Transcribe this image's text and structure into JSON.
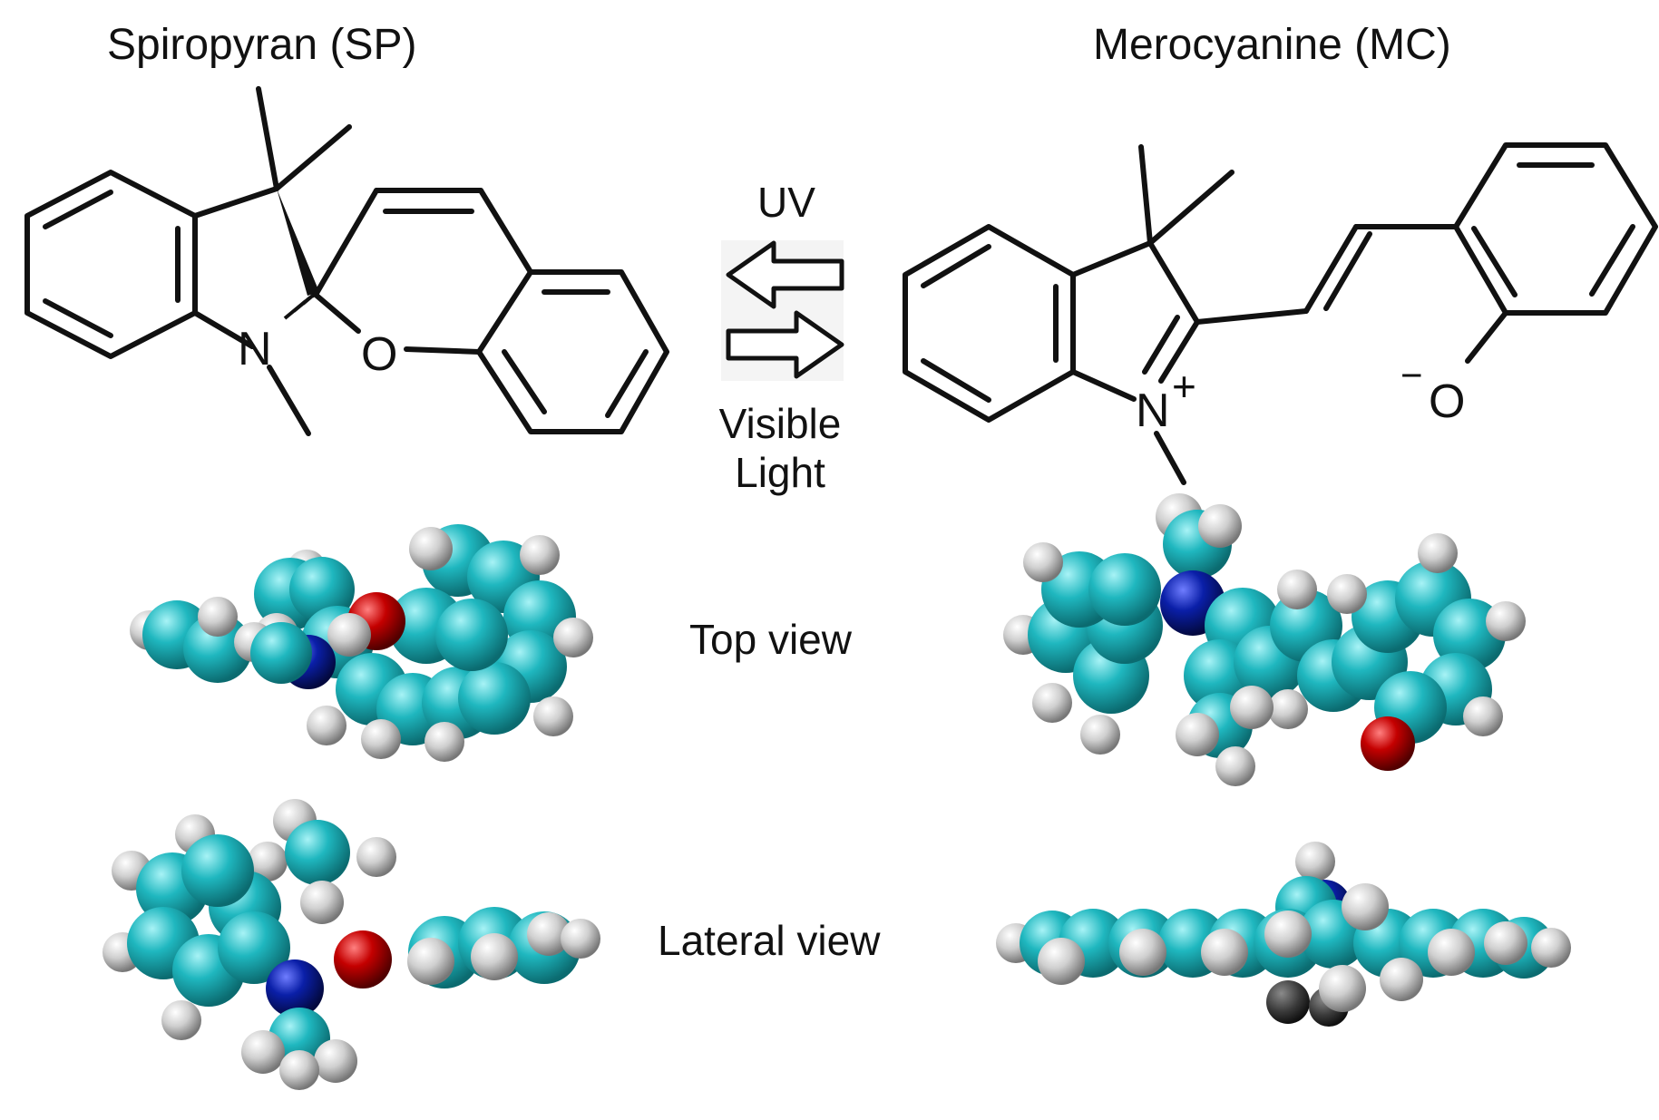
{
  "sp": {
    "title": "Spiropyran (SP)",
    "atom_n": "N",
    "atom_o": "O"
  },
  "mc": {
    "title": "Merocyanine (MC)",
    "atom_n": "N",
    "charge_plus": "+",
    "charge_minus": "−",
    "atom_o": "O"
  },
  "switch": {
    "forward_label": "UV",
    "reverse_label_line1": "Visible",
    "reverse_label_line2": "Light"
  },
  "views": {
    "top": "Top view",
    "lateral": "Lateral view"
  },
  "colors": {
    "carbon": "#1fb7bf",
    "hydrogen": "#c9c9c9",
    "nitrogen": "#0a1fa8",
    "oxygen": "#c40000",
    "bond": "#111111"
  }
}
